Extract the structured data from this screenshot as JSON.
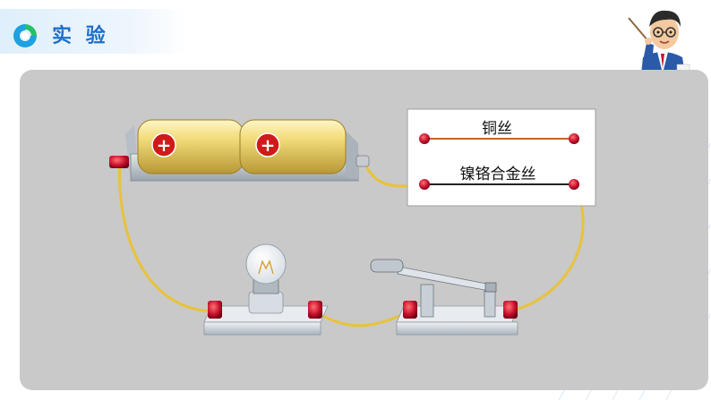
{
  "header": {
    "title": "实 验"
  },
  "experiment": {
    "board_label_copper": "铜丝",
    "board_label_alloy": "镍铬合金丝",
    "battery_symbol": "+"
  },
  "colors": {
    "accent": "#1e6fc8",
    "panel": "#c9c9c9",
    "wire": "#e8c23a",
    "terminal": "#c8102e"
  }
}
